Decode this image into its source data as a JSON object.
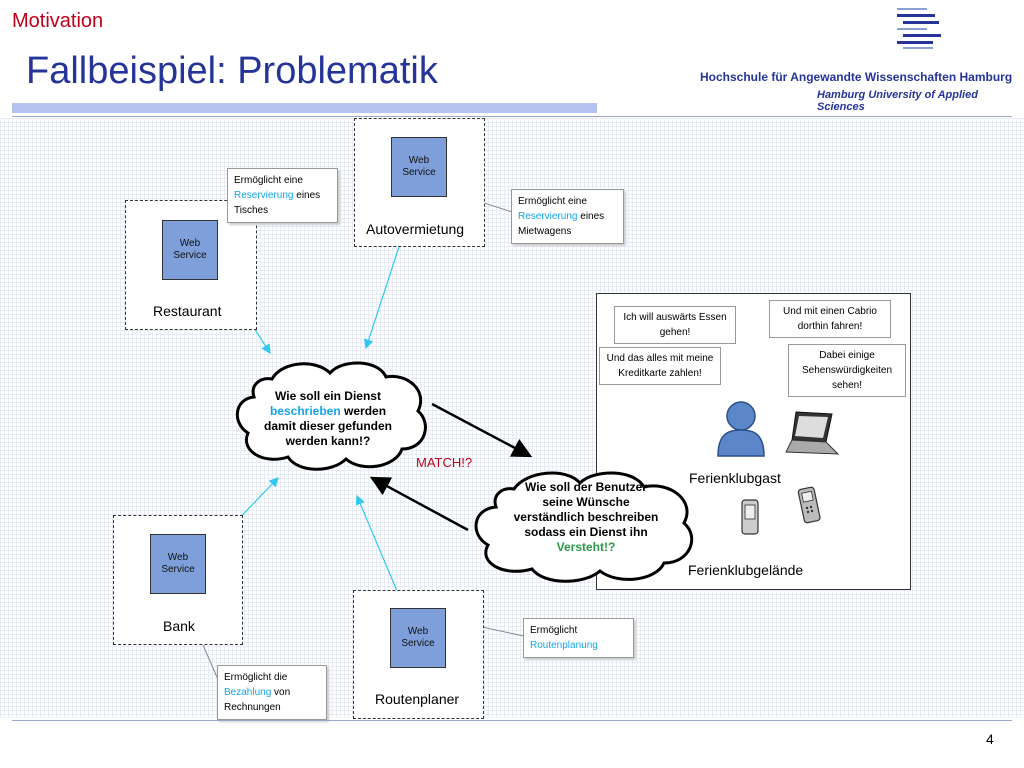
{
  "header": {
    "section": "Motivation",
    "title": "Fallbeispiel: Problematik",
    "university_de": "Hochschule für Angewandte Wissenschaften Hamburg",
    "university_en": "Hamburg University of Applied Sciences"
  },
  "web_service_label": "Web Service",
  "services": {
    "restaurant": {
      "label": "Restaurant",
      "note_pre": "Ermöglicht eine",
      "note_key": "Reservierung",
      "note_post": "eines Tisches"
    },
    "autovermietung": {
      "label": "Autovermietung",
      "note_pre": "Ermöglicht eine",
      "note_key": "Reservierung",
      "note_post": "eines Mietwagens"
    },
    "bank": {
      "label": "Bank",
      "note_pre": "Ermöglicht die",
      "note_key": "Bezahlung",
      "note_post": "von Rechnungen"
    },
    "routenplaner": {
      "label": "Routenplaner",
      "note_pre": "Ermöglicht",
      "note_key": "Routenplanung",
      "note_post": ""
    }
  },
  "cloud_left": {
    "line1": "Wie soll ein Dienst",
    "key": "beschrieben",
    "line2": "werden",
    "line3": "damit dieser gefunden",
    "line4": "werden kann!?"
  },
  "cloud_right": {
    "line1": "Wie soll der Benutzer",
    "line2": "seine Wünsche",
    "line3": "verständlich beschreiben",
    "line4": "sodass ein Dienst ihn",
    "key": "Versteht!?"
  },
  "match_label": "MATCH!?",
  "campus": {
    "label": "Ferienklubgelände",
    "guest_label": "Ferienklubgast",
    "bubbles": [
      "Ich will auswärts Essen gehen!",
      "Und mit einen Cabrio dorthin fahren!",
      "Und das alles mit meine Kreditkarte zahlen!",
      "Dabei einige Sehenswürdigkeiten sehen!"
    ]
  },
  "colors": {
    "title": "#26349a",
    "section": "#c0001a",
    "web_service": "#7e9fd9",
    "highlight": "#16a4e6",
    "match": "#c0001a",
    "versteht": "#2a9a4a"
  },
  "icons": [
    "logo-icon",
    "person-icon",
    "laptop-icon",
    "phone-icon",
    "mobile-phone-icon"
  ],
  "page_number": "4"
}
